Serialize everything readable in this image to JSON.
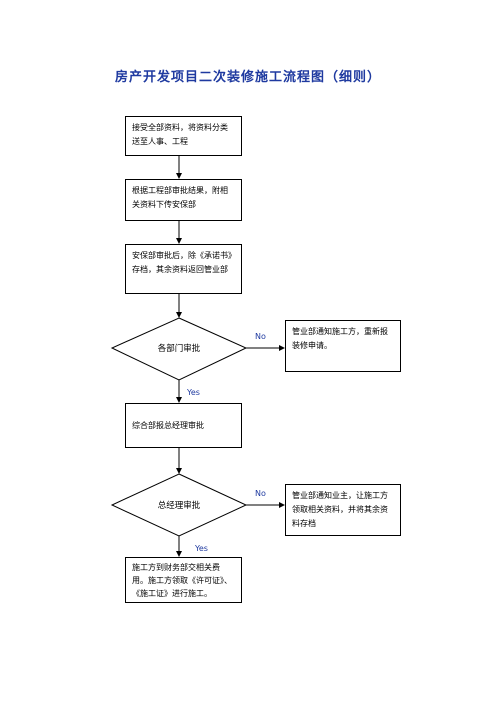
{
  "title": "房产开发项目二次装修施工流程图（细则）",
  "nodes": {
    "step1": "接受全部资料，将资料分类送至人事、工程",
    "step2": "根据工程部审批结果，附相关资料下传安保部",
    "step3": "安保部审批后，除《承诺书》存档，其余资料返回管业部",
    "decision1": "各部门审批",
    "reject1": "管业部通知施工方，重新报装修申请。",
    "step4": "综合部报总经理审批",
    "decision2": "总经理审批",
    "reject2": "管业部通知业主，让施工方领取相关资料，并将其余资料存档",
    "step5": "施工方到财务部交相关费用。施工方领取《许可证》、《施工证》进行施工。"
  },
  "edges": {
    "no1": "No",
    "yes1": "Yes",
    "no2": "No",
    "yes2": "Yes"
  },
  "colors": {
    "title": "#1f3aa0",
    "edge_label": "#1f3aa0",
    "line": "#000000"
  }
}
